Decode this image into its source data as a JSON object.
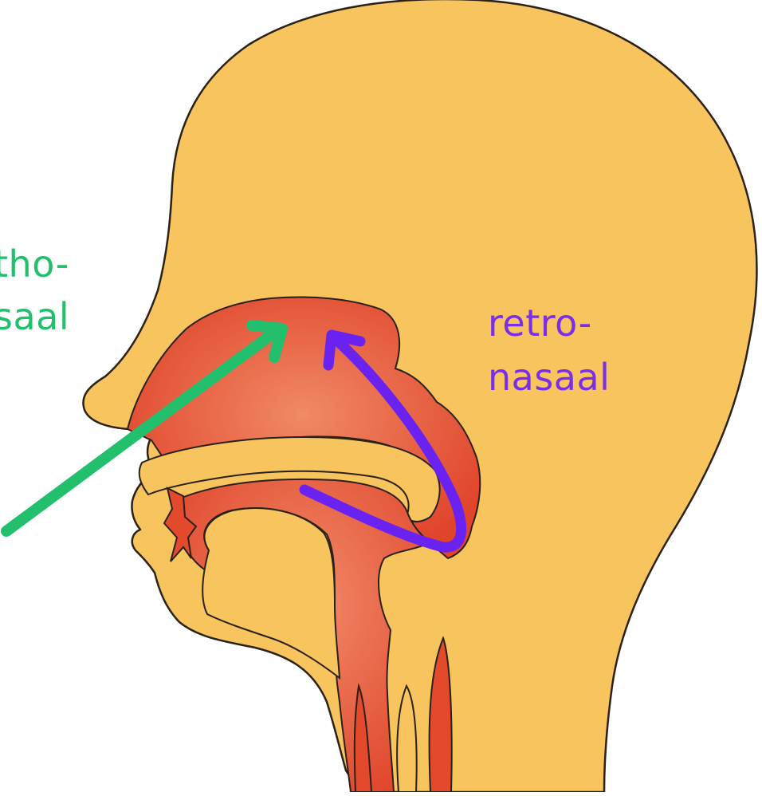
{
  "labels": {
    "orthonasal": {
      "line1": "tho-",
      "line2": "saal"
    },
    "retronasal": {
      "line1": "retro-",
      "line2": "nasaal"
    }
  },
  "colors": {
    "background": "#ffffff",
    "head_fill": "#f8c45e",
    "head_outline": "#2a2118",
    "nasal_cavity": "#e34a2c",
    "nasal_cavity_light": "#ef8461",
    "orthonasal_arrow": "#22c06c",
    "retronasal_arrow": "#6a22f0",
    "orthonasal_text": "#22c06c",
    "retronasal_text": "#7a2ee8"
  },
  "icons": {
    "head": "head-profile-icon",
    "ortho_arrow": "orthonasal-arrow-icon",
    "retro_arrow": "retronasal-arrow-icon"
  }
}
